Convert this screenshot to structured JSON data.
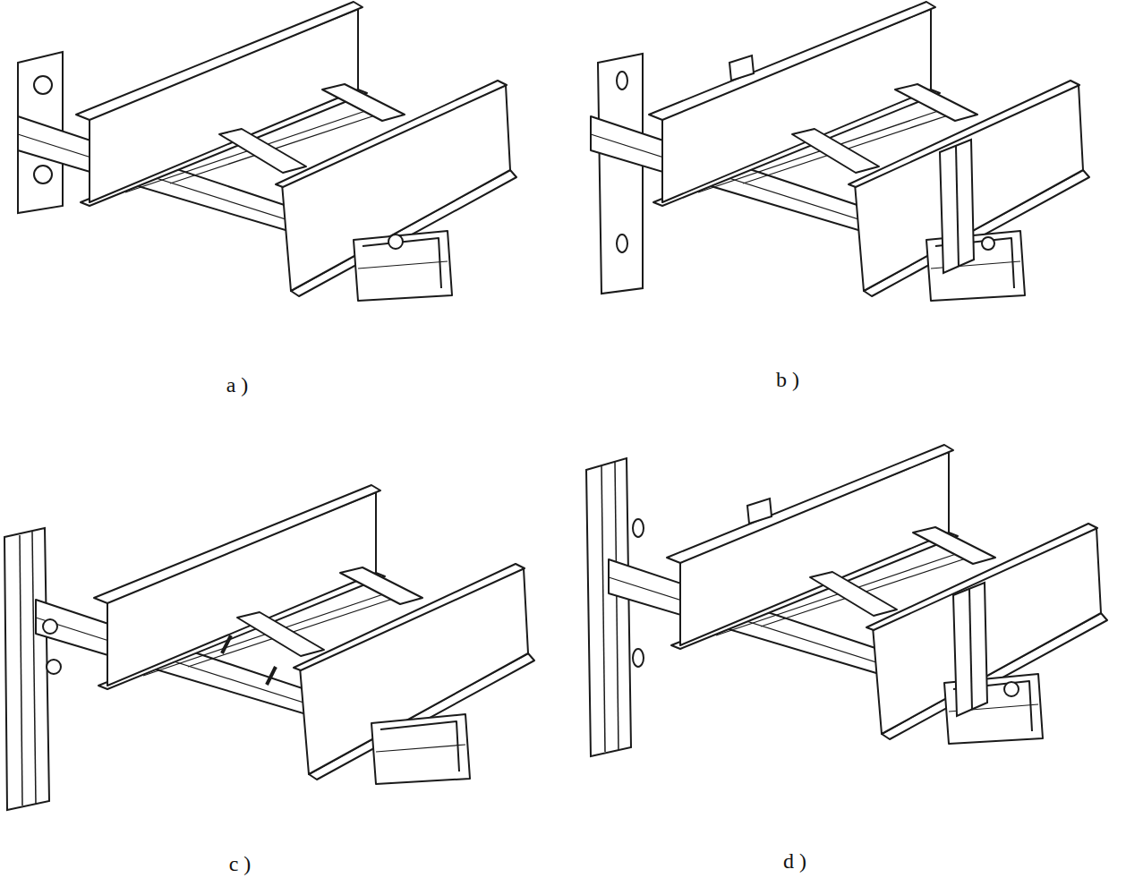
{
  "diagram": {
    "labels": [
      "a )",
      "b )",
      "c )",
      "d )"
    ]
  }
}
